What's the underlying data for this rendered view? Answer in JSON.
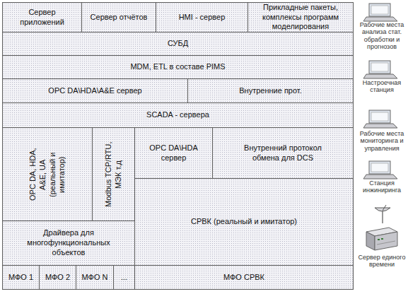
{
  "diagram": {
    "nodes": [
      {
        "text": [
          "Сервер приложений"
        ]
      },
      {
        "text": [
          "Сервер отчётов"
        ]
      },
      {
        "text": [
          "HMI - сервер"
        ]
      },
      {
        "text": [
          "Прикладные пакеты, комплексы программ моделирования"
        ]
      },
      {
        "text": [
          "СУБД"
        ]
      },
      {
        "text": [
          "MDM, ETL в составе PIMS"
        ]
      },
      {
        "text": [
          "OPC DA\\HDA\\A&E сервер"
        ]
      },
      {
        "text": [
          "Внутренние прот."
        ]
      },
      {
        "text": [
          "SCADA - сервера"
        ]
      },
      {
        "text": [
          "OPC DA, HDA, A&E, UA (реальный и имитатор)"
        ]
      },
      {
        "text": [
          "Modbus TCP/RTU, МЭК т.д"
        ]
      },
      {
        "text": [
          "OPC DA\\HDA сервер"
        ]
      },
      {
        "text": [
          "Внутренний протокол обмена для DCS"
        ]
      },
      {
        "text": [
          "СРВК (реальный и имитатор)"
        ]
      },
      {
        "text": [
          "Драйвера для многофункциональных объектов"
        ]
      },
      {
        "text": [
          "МФО 1"
        ]
      },
      {
        "text": [
          "МФО 2"
        ]
      },
      {
        "text": [
          "МФО N"
        ]
      },
      {
        "text": [
          "..."
        ]
      },
      {
        "text": [
          "МФО СРВК"
        ]
      }
    ],
    "labels": [
      "Рабочие места анализа стат. обработки и прогнозов",
      "Настроечная станция",
      "Рабочие места мониторинга и управления",
      "Станция инжиниринга",
      "Сервер единого времени"
    ]
  }
}
